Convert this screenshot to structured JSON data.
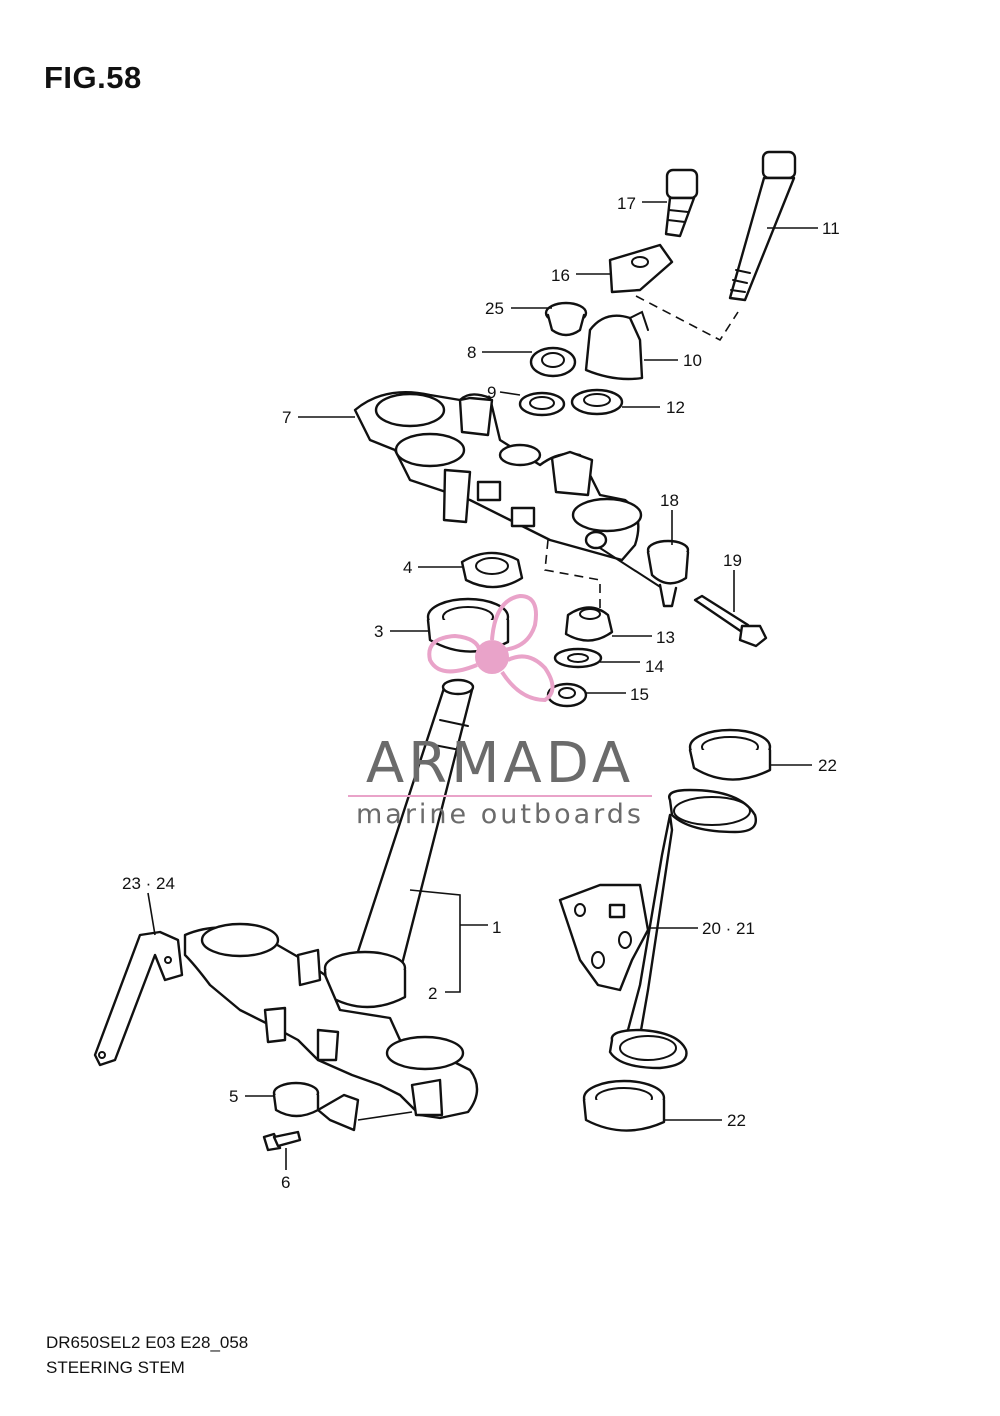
{
  "figure": {
    "title": "FIG.58"
  },
  "footer": {
    "model_code": "DR650SEL2 E03 E28_058",
    "caption": "STEERING STEM"
  },
  "watermark": {
    "brand": "ARMADA",
    "tagline": "marine outboards",
    "accent_color": "#e9a3c9",
    "text_color": "#6b6b6b"
  },
  "callouts": {
    "c1": "1",
    "c2": "2",
    "c3": "3",
    "c4": "4",
    "c5": "5",
    "c6": "6",
    "c7": "7",
    "c8": "8",
    "c9": "9",
    "c10": "10",
    "c11": "11",
    "c12": "12",
    "c13": "13",
    "c14": "14",
    "c15": "15",
    "c16": "16",
    "c17": "17",
    "c18": "18",
    "c19": "19",
    "c20_21": "20 · 21",
    "c22a": "22",
    "c22b": "22",
    "c23_24": "23 · 24",
    "c25": "25"
  }
}
